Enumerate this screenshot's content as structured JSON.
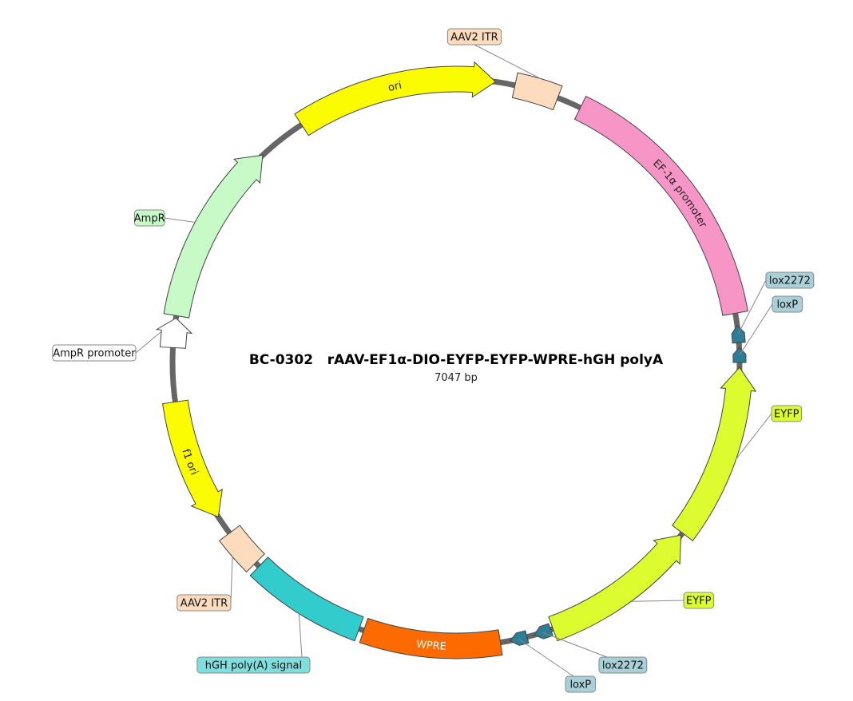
{
  "plasmid": {
    "name": "BC-0302   rAAV-EF1α-DIO-EYFP-EYFP-WPRE-hGH polyA",
    "length": "7047 bp"
  },
  "colors": {
    "backbone": "#666666",
    "feature_stroke": "#444444",
    "leader": "#888888"
  },
  "features": [
    {
      "name": "aav2-itr-top",
      "label": "AAV2 ITR",
      "type": "box",
      "color": "#fcdcbc",
      "start": 12,
      "end": 21,
      "label_mode": "external",
      "label_color": "#fcdcbc",
      "label_pos": "top"
    },
    {
      "name": "ef1a-promoter",
      "label": "EF-1α promoter",
      "type": "box",
      "color": "#f795c7",
      "start": 26,
      "end": 80,
      "label_mode": "arc",
      "text_color": "#222222"
    },
    {
      "name": "lox2272-right",
      "label": "lox2272",
      "type": "small-arrow",
      "color": "#2b7e95",
      "dir": "rev",
      "start": 82.5,
      "end": 86,
      "label_mode": "external",
      "label_color": "#a9cfd9",
      "label_pos": "right-a"
    },
    {
      "name": "loxp-right",
      "label": "loxP",
      "type": "small-arrow",
      "color": "#2b7e95",
      "dir": "rev",
      "start": 87,
      "end": 90,
      "label_mode": "external",
      "label_color": "#a9cfd9",
      "label_pos": "right-b"
    },
    {
      "name": "eyfp-right",
      "label": "EYFP",
      "type": "arrow",
      "color": "#dcfc30",
      "dir": "rev",
      "start": 91,
      "end": 127,
      "label_mode": "external",
      "label_color": "#dcfc30",
      "label_pos": "right-c"
    },
    {
      "name": "eyfp-lower",
      "label": "EYFP",
      "type": "arrow",
      "color": "#dcfc30",
      "dir": "rev",
      "start": 127.5,
      "end": 160,
      "label_mode": "external",
      "label_color": "#dcfc30",
      "label_pos": "lower-right"
    },
    {
      "name": "lox2272-bottom",
      "label": "lox2272",
      "type": "small-arrow",
      "color": "#2b7e95",
      "dir": "fwd",
      "start": 160.5,
      "end": 164,
      "label_mode": "external",
      "label_color": "#a9cfd9",
      "label_pos": "bottom-a"
    },
    {
      "name": "loxp-bottom",
      "label": "loxP",
      "type": "small-arrow",
      "color": "#2b7e95",
      "dir": "fwd",
      "start": 165.5,
      "end": 169,
      "label_mode": "external",
      "label_color": "#a9cfd9",
      "label_pos": "bottom-b"
    },
    {
      "name": "wpre",
      "label": "WPRE",
      "type": "box",
      "color": "#fc6a00",
      "start": 171,
      "end": 199,
      "label_mode": "arc",
      "text_color": "#ffffff"
    },
    {
      "name": "hgh-polya",
      "label": "hGH poly(A) signal",
      "type": "box",
      "color": "#33cccc",
      "start": 200,
      "end": 224,
      "label_mode": "external",
      "label_color": "#7fdede",
      "label_pos": "bottom-left"
    },
    {
      "name": "aav2-itr-bottom",
      "label": "AAV2 ITR",
      "type": "box",
      "color": "#fcdcbc",
      "start": 225,
      "end": 233,
      "label_mode": "external",
      "label_color": "#fcdcbc",
      "label_pos": "left-low"
    },
    {
      "name": "f1-ori",
      "label": "f1 ori",
      "type": "arrow",
      "color": "#fcfc00",
      "dir": "rev",
      "start": 237,
      "end": 262,
      "label_mode": "arc",
      "text_color": "#222222"
    },
    {
      "name": "ampr-promoter",
      "label": "AmpR promoter",
      "type": "arrow",
      "color": "#ffffff",
      "dir": "fwd",
      "start": 273,
      "end": 279,
      "label_mode": "external",
      "label_color": "#ffffff",
      "label_pos": "left-mid"
    },
    {
      "name": "ampr",
      "label": "AmpR",
      "type": "arrow",
      "color": "#c7fac7",
      "dir": "fwd",
      "start": 279.5,
      "end": 317,
      "label_mode": "external",
      "label_color": "#c7fac7",
      "label_pos": "left-high"
    },
    {
      "name": "ori",
      "label": "ori",
      "type": "arrow",
      "color": "#fcfc00",
      "dir": "fwd",
      "start": 327,
      "end": 8,
      "label_mode": "arc",
      "text_color": "#222222"
    }
  ]
}
